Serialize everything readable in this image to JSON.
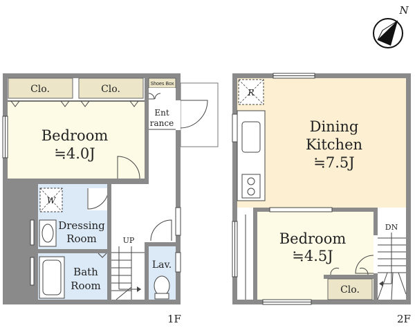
{
  "compass": {
    "north_label": "N"
  },
  "floor1": {
    "label": "1F",
    "rooms": {
      "bedroom": {
        "name": "Bedroom",
        "size": "≒4.0J"
      },
      "closet_a": {
        "name": "Clo."
      },
      "closet_b": {
        "name": "Clo."
      },
      "shoes_box": {
        "name": "Shoes Box"
      },
      "entrance": {
        "line1": "Ent",
        "line2": "rance"
      },
      "washer": {
        "name": "W"
      },
      "dressing": {
        "line1": "Dressing",
        "line2": "Room"
      },
      "bath": {
        "line1": "Bath",
        "line2": "Room"
      },
      "lavatory": {
        "name": "Lav."
      },
      "stairs": {
        "label": "UP"
      }
    }
  },
  "floor2": {
    "label": "2F",
    "rooms": {
      "dining": {
        "line1": "Dining",
        "line2": "Kitchen",
        "size": "≒7.5J"
      },
      "fridge": {
        "name": "R"
      },
      "bedroom": {
        "name": "Bedroom",
        "size": "≒4.5J"
      },
      "closet": {
        "name": "Clo."
      },
      "stairs": {
        "label": "DN"
      }
    }
  },
  "colors": {
    "wall": "#8a8a8a",
    "bedroom": "#fdfbe6",
    "closet": "#ece5c8",
    "dining": "#fcefd2",
    "wet_room": "#dce9f6",
    "line": "#444444"
  }
}
